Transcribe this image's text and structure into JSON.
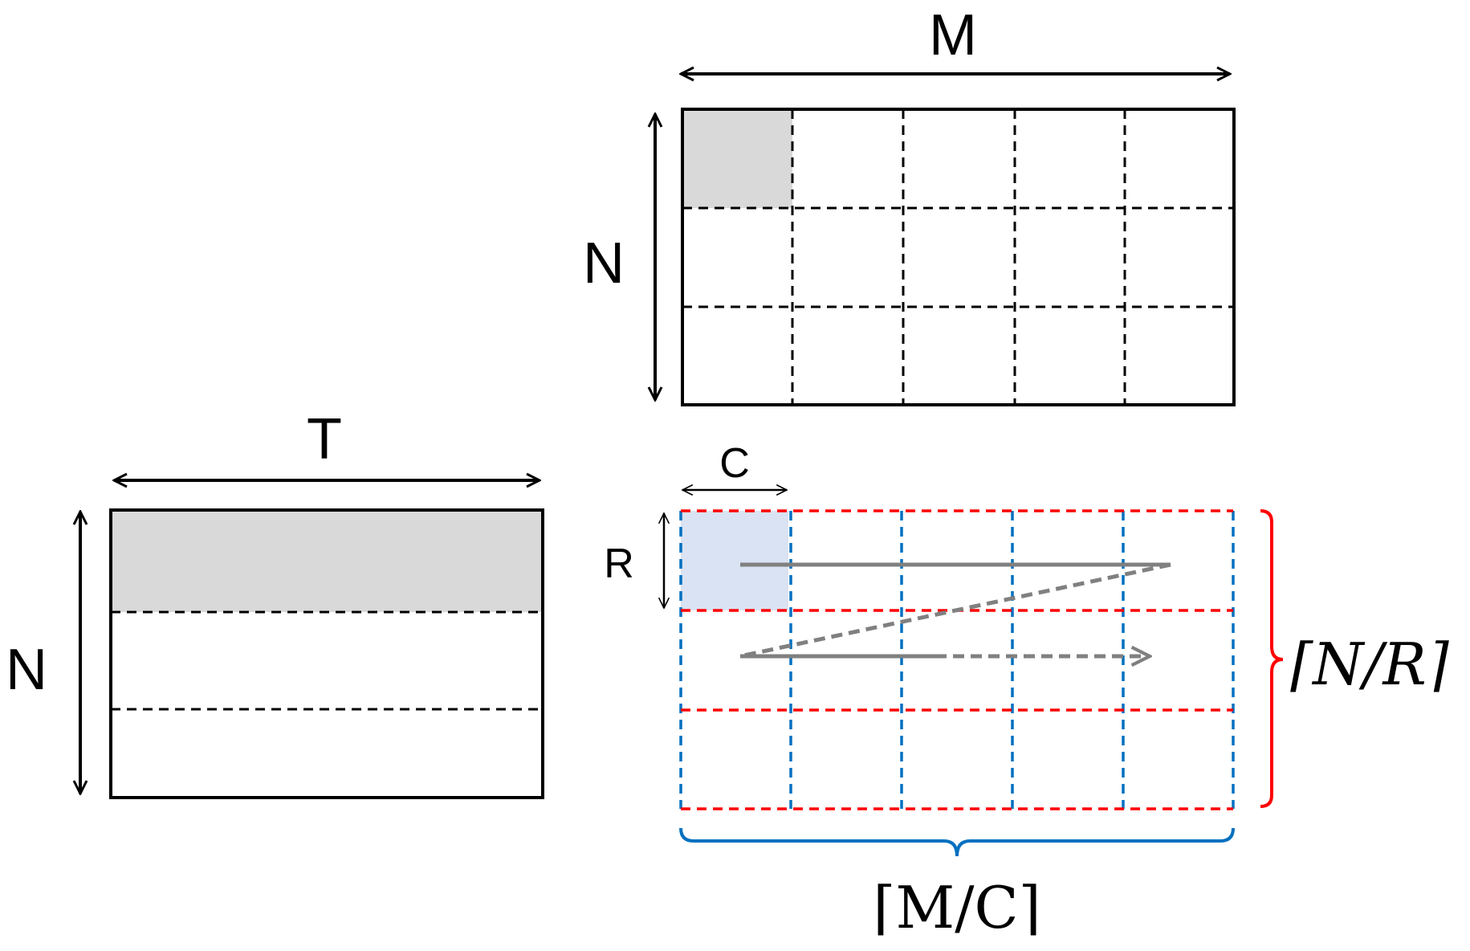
{
  "colors": {
    "outline": "#000000",
    "highlight_gray": "#d9d9d9",
    "highlight_blue": "#dae3f3",
    "red_dashed": "#ff0000",
    "blue_dashed": "#0070c0",
    "path_gray": "#808080",
    "brace_red": "#ff0000",
    "brace_blue": "#0070c0"
  },
  "top_matrix": {
    "width_label": "M",
    "height_label": "N"
  },
  "left_matrix": {
    "width_label": "T",
    "height_label": "N"
  },
  "tiled_matrix": {
    "tile_width_label": "C",
    "tile_height_label": "R",
    "rows_count_label": "⌈N/R⌉",
    "cols_count_label": "⌈M/C⌉"
  }
}
